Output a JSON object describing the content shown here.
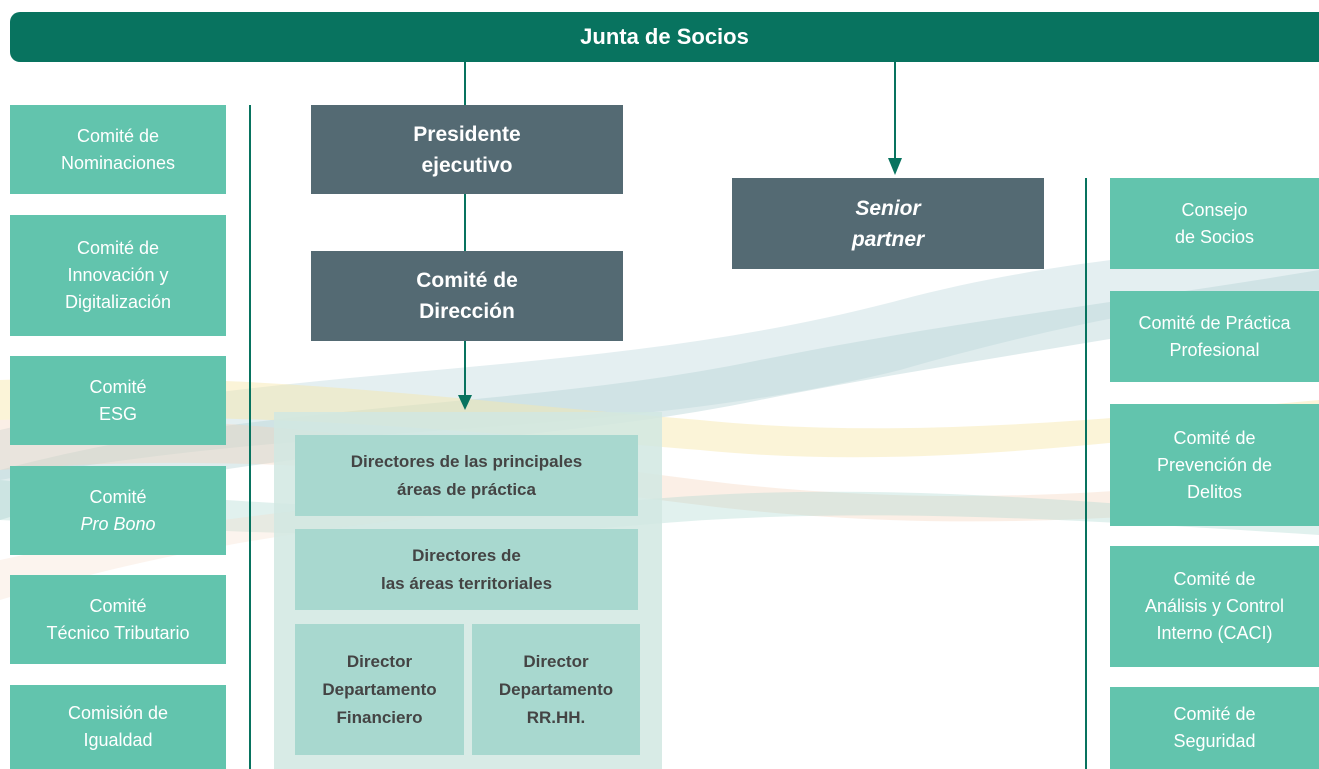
{
  "header": {
    "title": "Junta de Socios"
  },
  "left_committees": [
    {
      "lines": [
        "Comité de",
        "Nominaciones"
      ]
    },
    {
      "lines": [
        "Comité de",
        "Innovación y",
        "Digitalización"
      ]
    },
    {
      "lines": [
        "Comité",
        "ESG"
      ]
    },
    {
      "lines": [
        "Comité",
        "Pro Bono"
      ],
      "italic_line": 1
    },
    {
      "lines": [
        "Comité",
        "Técnico Tributario"
      ]
    },
    {
      "lines": [
        "Comisión de",
        "Igualdad"
      ]
    }
  ],
  "center": {
    "president": {
      "lines": [
        "Presidente",
        "ejecutivo"
      ]
    },
    "management_committee": {
      "lines": [
        "Comité de",
        "Dirección"
      ]
    },
    "practice_directors": {
      "lines": [
        "Directores de las principales",
        "áreas de práctica"
      ]
    },
    "territorial_directors": {
      "lines": [
        "Directores de",
        "las áreas territoriales"
      ]
    },
    "finance_director": {
      "lines": [
        "Director",
        "Departamento",
        "Financiero"
      ]
    },
    "hr_director": {
      "lines": [
        "Director",
        "Departamento",
        "RR.HH."
      ]
    }
  },
  "senior_partner": {
    "lines": [
      "Senior",
      "partner"
    ]
  },
  "right_committees": [
    {
      "lines": [
        "Consejo",
        "de Socios"
      ]
    },
    {
      "lines": [
        "Comité de Práctica",
        "Profesional"
      ]
    },
    {
      "lines": [
        "Comité de",
        "Prevención de",
        "Delitos"
      ]
    },
    {
      "lines": [
        "Comité de",
        "Análisis y Control",
        "Interno (CACI)"
      ]
    },
    {
      "lines": [
        "Comité de",
        "Seguridad"
      ]
    }
  ],
  "colors": {
    "header_green": "#08735f",
    "committee_teal": "#62c4ad",
    "executive_slate": "#546a73",
    "panel_pale": "#d1e7e2",
    "inner_box": "#a8d8cf"
  }
}
